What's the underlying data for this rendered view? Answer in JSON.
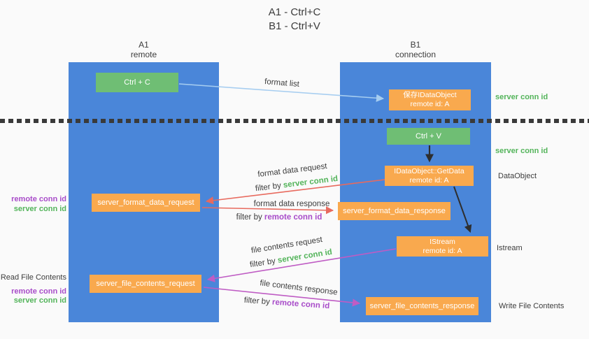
{
  "title": {
    "line1": "A1 - Ctrl+C",
    "line2": "B1 - Ctrl+V"
  },
  "lifelines": {
    "a": {
      "line1": "A1",
      "line2": "remote"
    },
    "b": {
      "line1": "B1",
      "line2": "connection"
    }
  },
  "boxes": {
    "ctrl_c": "Ctrl + C",
    "save_idataobject": {
      "line1": "保存IDataObject",
      "line2": "remote id: A"
    },
    "ctrl_v": "Ctrl + V",
    "getdata": {
      "line1": "IDataObject::GetData",
      "line2": "remote id: A"
    },
    "format_request": "server_format_data_request",
    "format_response": "server_format_data_response",
    "istream": {
      "line1": "IStream",
      "line2": "remote id: A"
    },
    "file_request": "server_file_contents_request",
    "file_response": "server_file_contents_response"
  },
  "arrow_labels": {
    "format_list": "format list",
    "format_data_request": "format data request",
    "format_data_response": "format data response",
    "file_contents_request": "file contents request",
    "file_contents_response": "file contents response",
    "filter_by": "filter by ",
    "server_conn_id": "server conn id",
    "remote_conn_id": "remote conn id"
  },
  "side_labels": {
    "server_conn_id_right_1": "server conn id",
    "server_conn_id_right_2": "server conn id",
    "dataobject": "DataObject",
    "istream": "Istream",
    "write_file_contents": "Write File Contents",
    "read_file_contents": "Read File Contents",
    "remote_conn_id_left_1": "remote conn id",
    "server_conn_id_left_1": "server conn id",
    "remote_conn_id_left_2": "remote conn id",
    "server_conn_id_left_2": "server conn id"
  },
  "colors": {
    "blue": "#4a86d9",
    "green": "#6fbe74",
    "orange": "#f9a94e",
    "green_text": "#53b45a",
    "purple_text": "#a84cc9",
    "red_arrow": "#e86a5e",
    "magenta_arrow": "#bf5cc4",
    "light_blue_arrow": "#a6cdf0",
    "black_arrow": "#2e2e2e",
    "background": "#fafafa"
  }
}
